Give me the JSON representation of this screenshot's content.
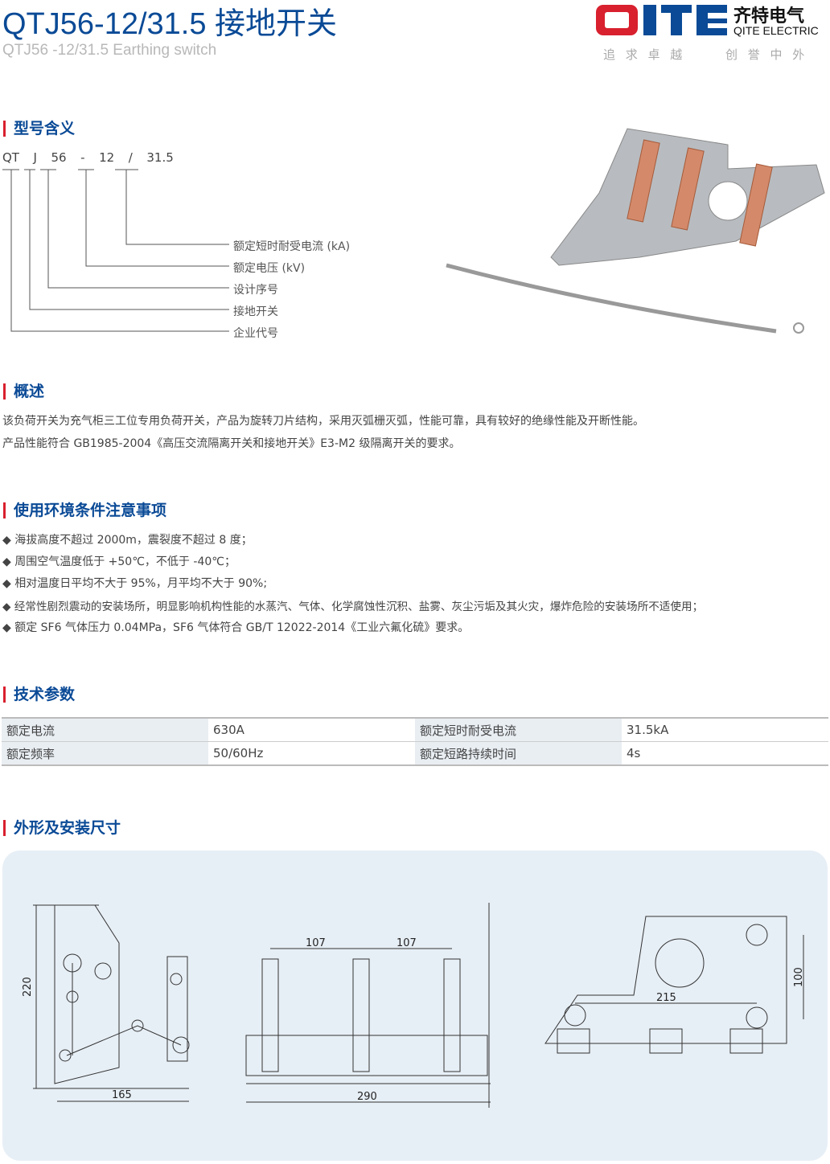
{
  "header": {
    "title": "QTJ56-12/31.5 接地开关",
    "subtitle": "QTJ56 -12/31.5 Earthing switch",
    "logo_text": "QITE",
    "logo_cn": "齐特电气",
    "logo_en": "QITE ELECTRIC",
    "slogan_left": "追 求 卓 越",
    "slogan_right": "创 誉 中 外"
  },
  "model": {
    "heading": "型号含义",
    "code_parts": [
      "QT",
      "J",
      "56",
      "-",
      "12",
      "/",
      "31.5"
    ],
    "meanings": [
      "额定短时耐受电流 (kA)",
      "额定电压 (kV)",
      "设计序号",
      "接地开关",
      "企业代号"
    ]
  },
  "overview": {
    "heading": "概述",
    "lines": [
      "该负荷开关为充气柜三工位专用负荷开关，产品为旋转刀片结构，采用灭弧栅灭弧，性能可靠，具有较好的绝缘性能及开断性能。",
      "产品性能符合 GB1985-2004《高压交流隔离开关和接地开关》E3-M2 级隔离开关的要求。"
    ]
  },
  "environment": {
    "heading": "使用环境条件注意事项",
    "items": [
      "海拔高度不超过 2000m，震裂度不超过 8 度；",
      "周围空气温度低于 +50℃，不低于 -40℃；",
      "相对温度日平均不大于 95%，月平均不大于 90%;",
      "经常性剧烈震动的安装场所，明显影响机构性能的水蒸汽、气体、化学腐蚀性沉积、盐雾、灰尘污垢及其火灾，爆炸危险的安装场所不适使用；",
      "额定 SF6 气体压力 0.04MPa，SF6 气体符合 GB/T 12022-2014《工业六氟化硫》要求。"
    ]
  },
  "specs": {
    "heading": "技术参数",
    "rows": [
      [
        "额定电流",
        "630A",
        "额定短时耐受电流",
        "31.5kA"
      ],
      [
        "额定频率",
        "50/60Hz",
        "额定短路持续时间",
        "4s"
      ]
    ]
  },
  "dimensions": {
    "heading": "外形及安装尺寸",
    "side": {
      "height": "220",
      "width": "165"
    },
    "front": {
      "pitch1": "107",
      "pitch2": "107",
      "width": "290"
    },
    "top": {
      "span": "215",
      "height": "100"
    }
  },
  "colors": {
    "brand_blue": "#0a4a96",
    "accent_red": "#d8202e"
  }
}
